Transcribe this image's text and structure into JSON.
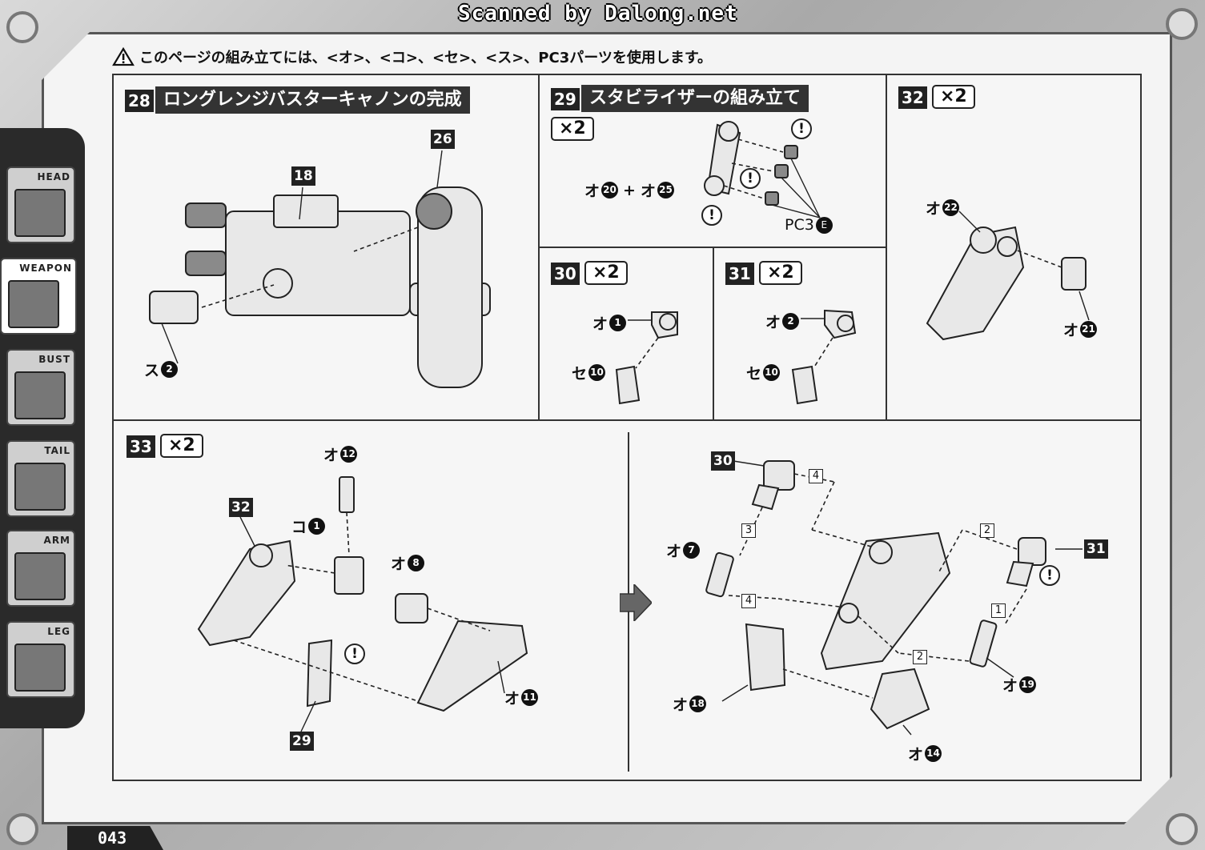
{
  "scan_credit": "Scanned by Dalong.net",
  "notice": {
    "icon": "warning-triangle-icon",
    "text": "このページの組み立てには、<オ>、<コ>、<セ>、<ス>、PC3パーツを使用します。"
  },
  "sidebar": {
    "tabs": [
      {
        "label": "HEAD",
        "icon": "head-thumbnail-icon"
      },
      {
        "label": "WEAPON",
        "icon": "weapon-thumbnail-icon",
        "active": true
      },
      {
        "label": "BUST",
        "icon": "bust-thumbnail-icon"
      },
      {
        "label": "TAIL",
        "icon": "tail-thumbnail-icon"
      },
      {
        "label": "ARM",
        "icon": "arm-thumbnail-icon"
      },
      {
        "label": "LEG",
        "icon": "leg-thumbnail-icon"
      }
    ]
  },
  "page_number": "043",
  "steps": {
    "s28": {
      "number": "28",
      "title": "ロングレンジバスターキャノンの完成",
      "callouts": [
        "18",
        "26"
      ],
      "parts": [
        {
          "runner": "ス",
          "num": "2"
        }
      ]
    },
    "s29": {
      "number": "29",
      "title": "スタビライザーの組み立て",
      "qty": "×2",
      "parts_combo": {
        "a_runner": "オ",
        "a_num": "20",
        "plus": "+",
        "b_runner": "オ",
        "b_num": "25"
      },
      "pc": {
        "runner": "PC3",
        "num": "E"
      },
      "caution": "!"
    },
    "s30": {
      "number": "30",
      "qty": "×2",
      "parts": [
        {
          "runner": "オ",
          "num": "1"
        },
        {
          "runner": "セ",
          "num": "10"
        }
      ]
    },
    "s31": {
      "number": "31",
      "qty": "×2",
      "parts": [
        {
          "runner": "オ",
          "num": "2"
        },
        {
          "runner": "セ",
          "num": "10"
        }
      ]
    },
    "s32": {
      "number": "32",
      "qty": "×2",
      "parts": [
        {
          "runner": "オ",
          "num": "22"
        },
        {
          "runner": "オ",
          "num": "21"
        }
      ]
    },
    "s33": {
      "number": "33",
      "qty": "×2",
      "callouts": [
        "32",
        "29"
      ],
      "parts": [
        {
          "runner": "オ",
          "num": "12"
        },
        {
          "runner": "コ",
          "num": "1"
        },
        {
          "runner": "オ",
          "num": "8"
        },
        {
          "runner": "オ",
          "num": "11"
        }
      ],
      "right": {
        "callouts": [
          "30",
          "31"
        ],
        "parts": [
          {
            "runner": "オ",
            "num": "7"
          },
          {
            "runner": "オ",
            "num": "18"
          },
          {
            "runner": "オ",
            "num": "14"
          },
          {
            "runner": "オ",
            "num": "19"
          }
        ],
        "sequence": [
          "4",
          "3",
          "4",
          "2",
          "2",
          "1"
        ]
      }
    }
  }
}
